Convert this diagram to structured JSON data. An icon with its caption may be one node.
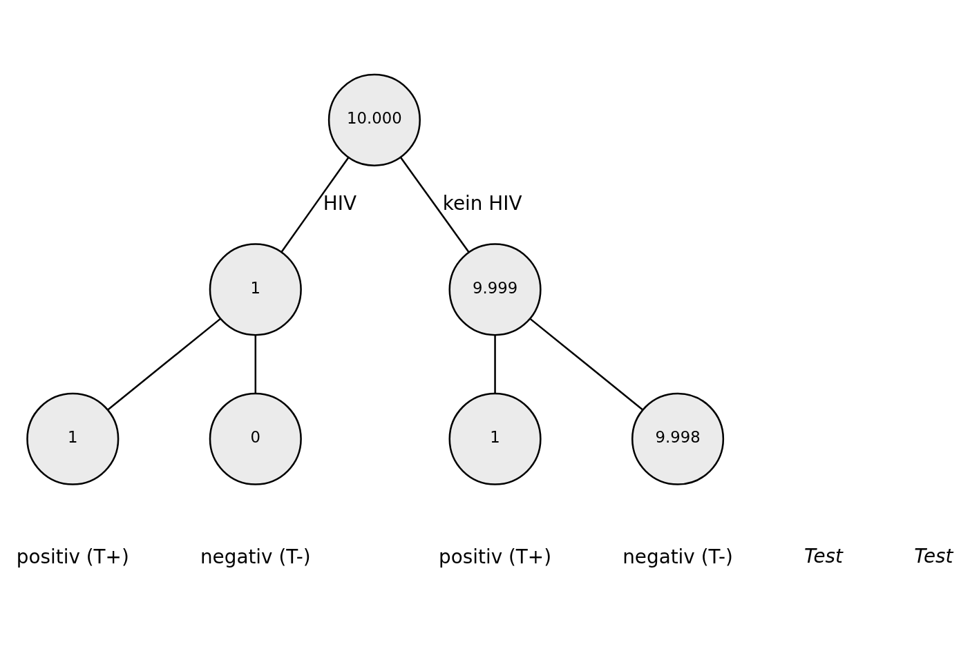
{
  "diagram": {
    "nodes": [
      {
        "text": [
          "10.000"
        ]
      },
      {
        "text": [
          "1"
        ]
      },
      {
        "text": [
          "9.999"
        ]
      },
      {
        "text": [
          "1"
        ],
        "beside": [
          "positiv (T+)"
        ]
      },
      {
        "text": [
          "0"
        ],
        "beside": [
          "negativ (T-)"
        ]
      },
      {
        "text": [
          "1"
        ],
        "beside": [
          "positiv (T+)"
        ]
      },
      {
        "text": [
          "9.998"
        ],
        "beside": [
          "negativ (T-)"
        ]
      }
    ],
    "edges": [
      {
        "from": 0,
        "to": 1,
        "arrow": "none",
        "label": "HIV"
      },
      {
        "from": 0,
        "to": 2,
        "arrow": "none",
        "label": "kein HIV"
      },
      {
        "from": 1,
        "to": 3,
        "arrow": "none"
      },
      {
        "from": 1,
        "to": 4,
        "arrow": "none"
      },
      {
        "from": 2,
        "to": 5,
        "arrow": "none"
      },
      {
        "from": 2,
        "to": 6,
        "arrow": "none"
      }
    ],
    "labels": [
      "Test",
      "Test"
    ]
  }
}
